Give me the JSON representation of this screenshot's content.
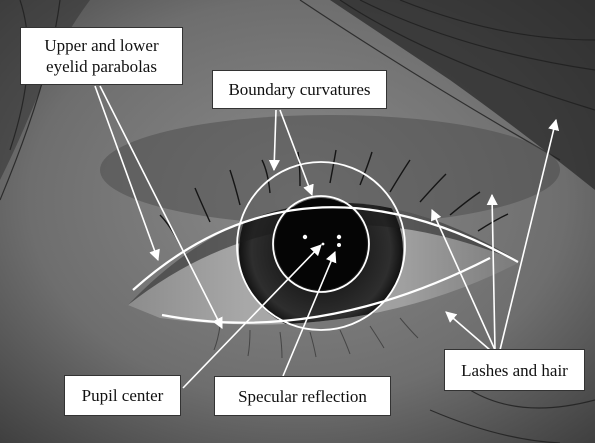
{
  "labels": {
    "eyelid": "Upper and lower\neyelid parabolas",
    "boundary": "Boundary curvatures",
    "pupil": "Pupil center",
    "specular": "Specular reflection",
    "lashes": "Lashes and hair"
  },
  "colors": {
    "annotation_line": "#ffffff",
    "background": "#5c5c5c",
    "iris": "#1a1a1a",
    "pupil": "#050505"
  }
}
